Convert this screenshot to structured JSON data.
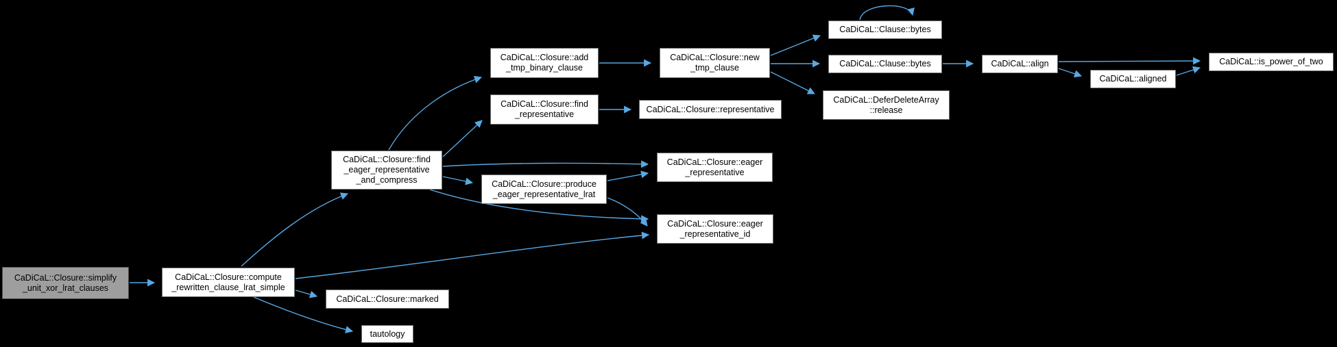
{
  "diagram_type": "doxygen-call-graph",
  "colors": {
    "background": "#000000",
    "edge": "#57a9e5",
    "node_fill": "#ffffff",
    "node_border": "#6f6f6f",
    "highlight_fill": "#9e9e9e",
    "highlight_border": "#4f4f4f"
  },
  "nodes": {
    "simplify": {
      "label": "CaDiCaL::Closure::simplify\n_unit_xor_lrat_clauses",
      "highlighted": true
    },
    "compute": {
      "label": "CaDiCaL::Closure::compute\n_rewritten_clause_lrat_simple"
    },
    "find_eager": {
      "label": "CaDiCaL::Closure::find\n_eager_representative\n_and_compress"
    },
    "add_tmp": {
      "label": "CaDiCaL::Closure::add\n_tmp_binary_clause"
    },
    "find_rep": {
      "label": "CaDiCaL::Closure::find\n_representative"
    },
    "new_tmp": {
      "label": "CaDiCaL::Closure::new\n_tmp_clause"
    },
    "representative": {
      "label": "CaDiCaL::Closure::representative"
    },
    "bytes_self": {
      "label": "CaDiCaL::Clause::bytes"
    },
    "bytes": {
      "label": "CaDiCaL::Clause::bytes"
    },
    "release": {
      "label": "CaDiCaL::DeferDeleteArray\n::release"
    },
    "align": {
      "label": "CaDiCaL::align"
    },
    "aligned": {
      "label": "CaDiCaL::aligned"
    },
    "is_power_of_two": {
      "label": "CaDiCaL::is_power_of_two"
    },
    "eager_rep": {
      "label": "CaDiCaL::Closure::eager\n_representative"
    },
    "produce": {
      "label": "CaDiCaL::Closure::produce\n_eager_representative_lrat"
    },
    "eager_rep_id": {
      "label": "CaDiCaL::Closure::eager\n_representative_id"
    },
    "marked": {
      "label": "CaDiCaL::Closure::marked"
    },
    "tautology": {
      "label": "tautology"
    }
  },
  "edges": [
    {
      "from": "simplify",
      "to": "compute"
    },
    {
      "from": "compute",
      "to": "find_eager"
    },
    {
      "from": "compute",
      "to": "eager_rep_id"
    },
    {
      "from": "compute",
      "to": "marked"
    },
    {
      "from": "compute",
      "to": "tautology"
    },
    {
      "from": "find_eager",
      "to": "add_tmp"
    },
    {
      "from": "find_eager",
      "to": "find_rep"
    },
    {
      "from": "find_eager",
      "to": "eager_rep"
    },
    {
      "from": "find_eager",
      "to": "produce"
    },
    {
      "from": "find_eager",
      "to": "eager_rep_id"
    },
    {
      "from": "produce",
      "to": "eager_rep"
    },
    {
      "from": "produce",
      "to": "eager_rep_id"
    },
    {
      "from": "add_tmp",
      "to": "new_tmp"
    },
    {
      "from": "find_rep",
      "to": "representative"
    },
    {
      "from": "new_tmp",
      "to": "bytes_self"
    },
    {
      "from": "new_tmp",
      "to": "bytes"
    },
    {
      "from": "new_tmp",
      "to": "release"
    },
    {
      "from": "bytes_self",
      "to": "bytes_self"
    },
    {
      "from": "bytes",
      "to": "align"
    },
    {
      "from": "align",
      "to": "is_power_of_two"
    },
    {
      "from": "align",
      "to": "aligned"
    },
    {
      "from": "aligned",
      "to": "is_power_of_two"
    }
  ]
}
